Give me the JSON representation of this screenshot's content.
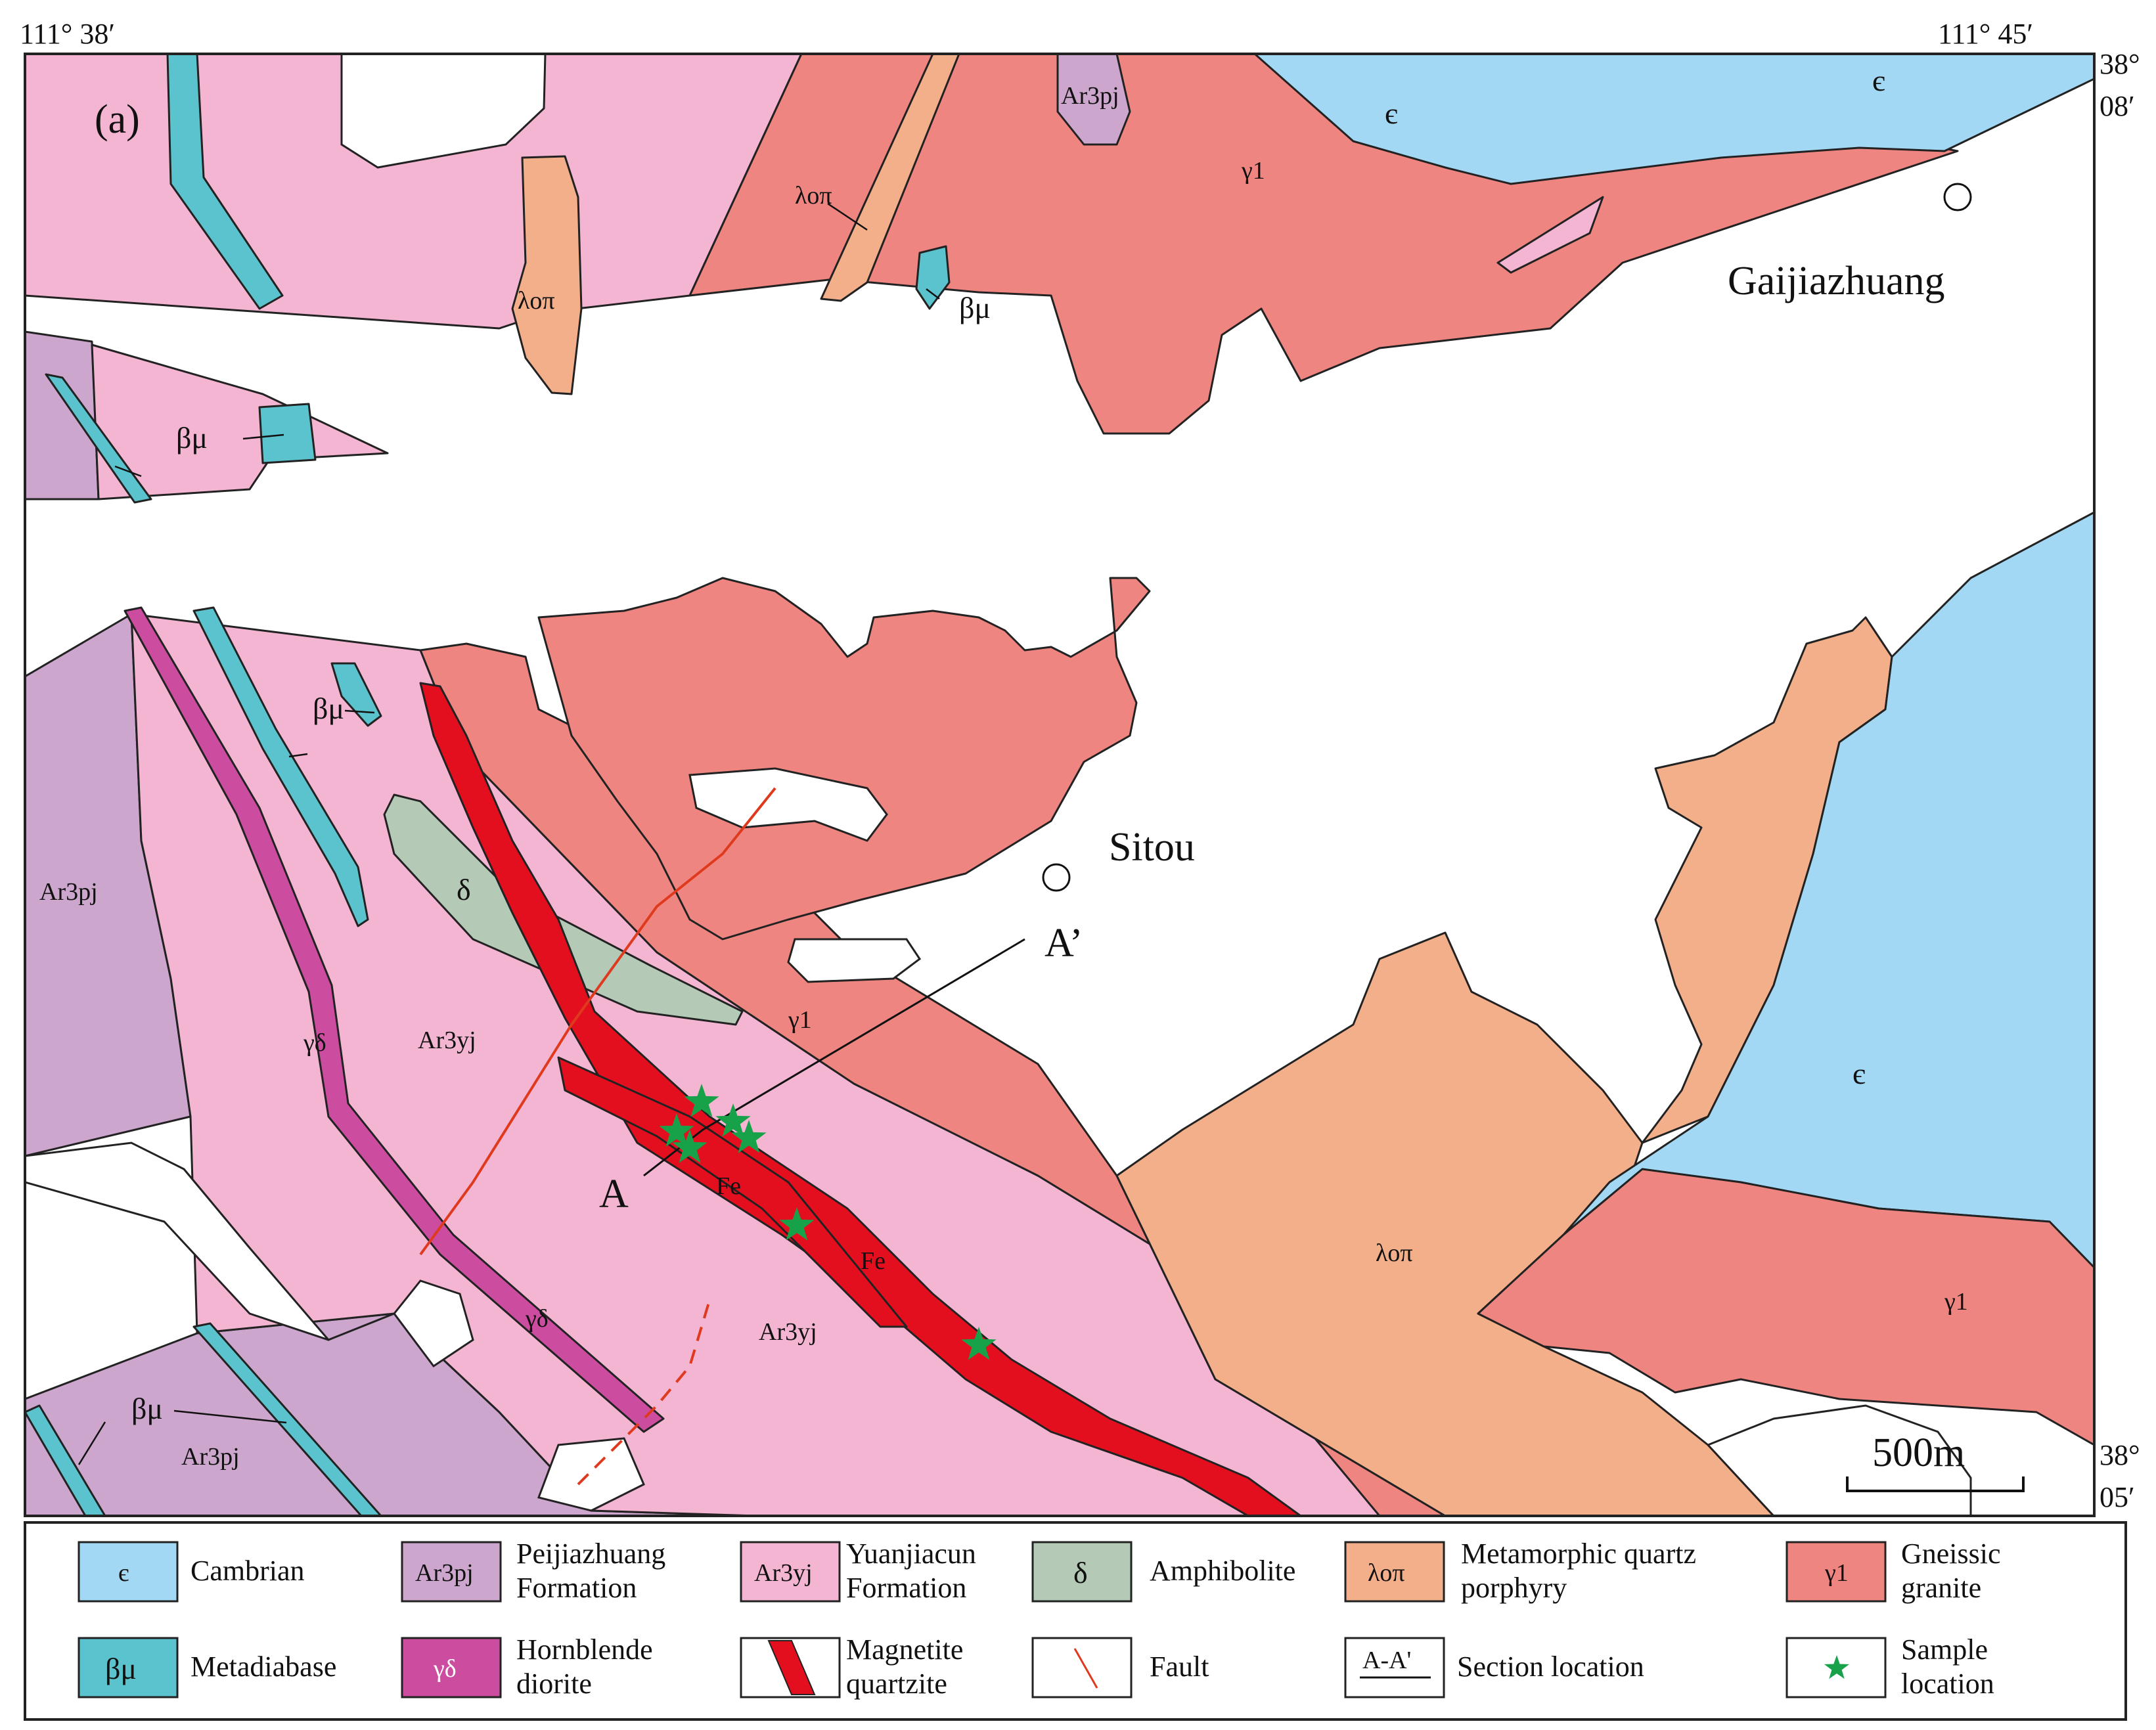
{
  "panel_label": "(a)",
  "coordinates": {
    "top_left": "111°  38′",
    "top_right": "111°  45′",
    "right_top_lat_deg": "38°",
    "right_top_lat_min": "08′",
    "right_bottom_lat_deg": "38°",
    "right_bottom_lat_min": "05′"
  },
  "places": {
    "gaijiazhuang": "Gaijiazhuang",
    "sitou": "Sitou"
  },
  "section": {
    "start": "A",
    "end": "A’"
  },
  "unit_codes": {
    "cambrian": "є",
    "granite": "γ1",
    "peijiazhuang": "Ar3pj",
    "yuanjiacun": "Ar3yj",
    "porphyry": "λοπ",
    "metadiabase": "βμ",
    "diorite": "γδ",
    "amphibolite": "δ",
    "ore": "Fe"
  },
  "scale_bar": "500m",
  "colors": {
    "cambrian": "#a3d8f4",
    "peijiazhuang": "#cca6cc",
    "yuanjiacun": "#f4b5d2",
    "amphibolite": "#b4c9b6",
    "porphyry": "#f3ae8a",
    "granite": "#ef8580",
    "metadiabase": "#5bc3cd",
    "diorite": "#cc4d9f",
    "magnetite": "#e40f1e",
    "fault": "#e03a1e",
    "sample": "#17a24a"
  },
  "legend": [
    {
      "code": "є",
      "label": "Cambrian"
    },
    {
      "code": "Ar3pj",
      "label": "Peijiazhuang Formation"
    },
    {
      "code": "Ar3yj",
      "label": "Yuanjiacun Formation"
    },
    {
      "code": "δ",
      "label": "Amphibolite"
    },
    {
      "code": "λοπ",
      "label": "Metamorphic quartz porphyry"
    },
    {
      "code": "γ1",
      "label": "Gneissic granite"
    },
    {
      "code": "βμ",
      "label": "Metadiabase"
    },
    {
      "code": "γδ",
      "label": "Hornblende diorite"
    },
    {
      "code": "",
      "label": "Magnetite quartzite"
    },
    {
      "code": "",
      "label": "Fault"
    },
    {
      "code": "A-A'",
      "label": "Section location"
    },
    {
      "code": "",
      "label": "Sample location"
    }
  ]
}
